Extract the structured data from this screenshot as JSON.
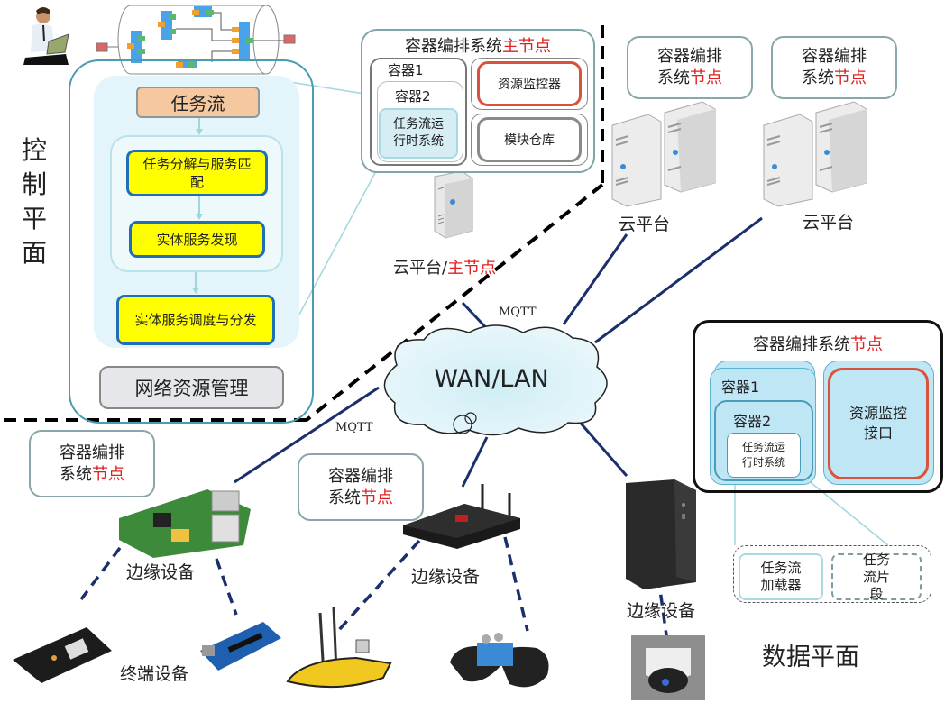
{
  "control_plane": {
    "side_label": "控制平面",
    "task_flow_title": "任务流",
    "steps": [
      "任务分解与服务匹配",
      "实体服务发现",
      "实体服务调度与分发"
    ],
    "network_resource_mgmt": "网络资源管理"
  },
  "master_node": {
    "title_prefix": "容器编排系统",
    "title_suffix": "主节点",
    "container1": "容器1",
    "container2": "容器2",
    "runtime": "任务流运行时系统",
    "resource_monitor": "资源监控器",
    "module_repo": "模块仓库",
    "caption_prefix": "云平台/",
    "caption_suffix": "主节点"
  },
  "cloud_nodes": [
    {
      "line1": "容器编排",
      "line2_prefix": "系统",
      "line2_suffix": "节点",
      "caption": "云平台"
    },
    {
      "line1": "容器编排",
      "line2_prefix": "系统",
      "line2_suffix": "节点",
      "caption": "云平台"
    }
  ],
  "network": {
    "cloud_label": "WAN/LAN",
    "protocol_top": "MQTT",
    "protocol_left": "MQTT"
  },
  "edge_node_detail": {
    "title_prefix": "容器编排系统",
    "title_suffix": "节点",
    "container1": "容器1",
    "container2": "容器2",
    "runtime": "任务流运行时系统",
    "resource_monitor_iface": "资源监控接口",
    "loader": "任务流加载器",
    "fragment": "任务流片段"
  },
  "edge_devices": [
    {
      "bubble_line1": "容器编排",
      "bubble_line2_prefix": "系统",
      "bubble_line2_suffix": "节点",
      "caption": "边缘设备",
      "kind": "raspberry-pi"
    },
    {
      "bubble_line1": "容器编排",
      "bubble_line2_prefix": "系统",
      "bubble_line2_suffix": "节点",
      "caption": "边缘设备",
      "kind": "edge-router"
    },
    {
      "caption": "边缘设备",
      "kind": "desktop-pc"
    }
  ],
  "terminal_devices": {
    "caption": "终端设备",
    "items": [
      "nodemcu-board",
      "arduino-board",
      "unmanned-boat",
      "tracked-robot",
      "dome-camera"
    ]
  },
  "data_plane_label": "数据平面",
  "colors": {
    "accent_red": "#e02020",
    "link_navy": "#1a2f6b",
    "highlight_yellow": "#ffff00",
    "task_flow_orange": "#f6c8a0",
    "container_blue": "#bfe6f5"
  }
}
